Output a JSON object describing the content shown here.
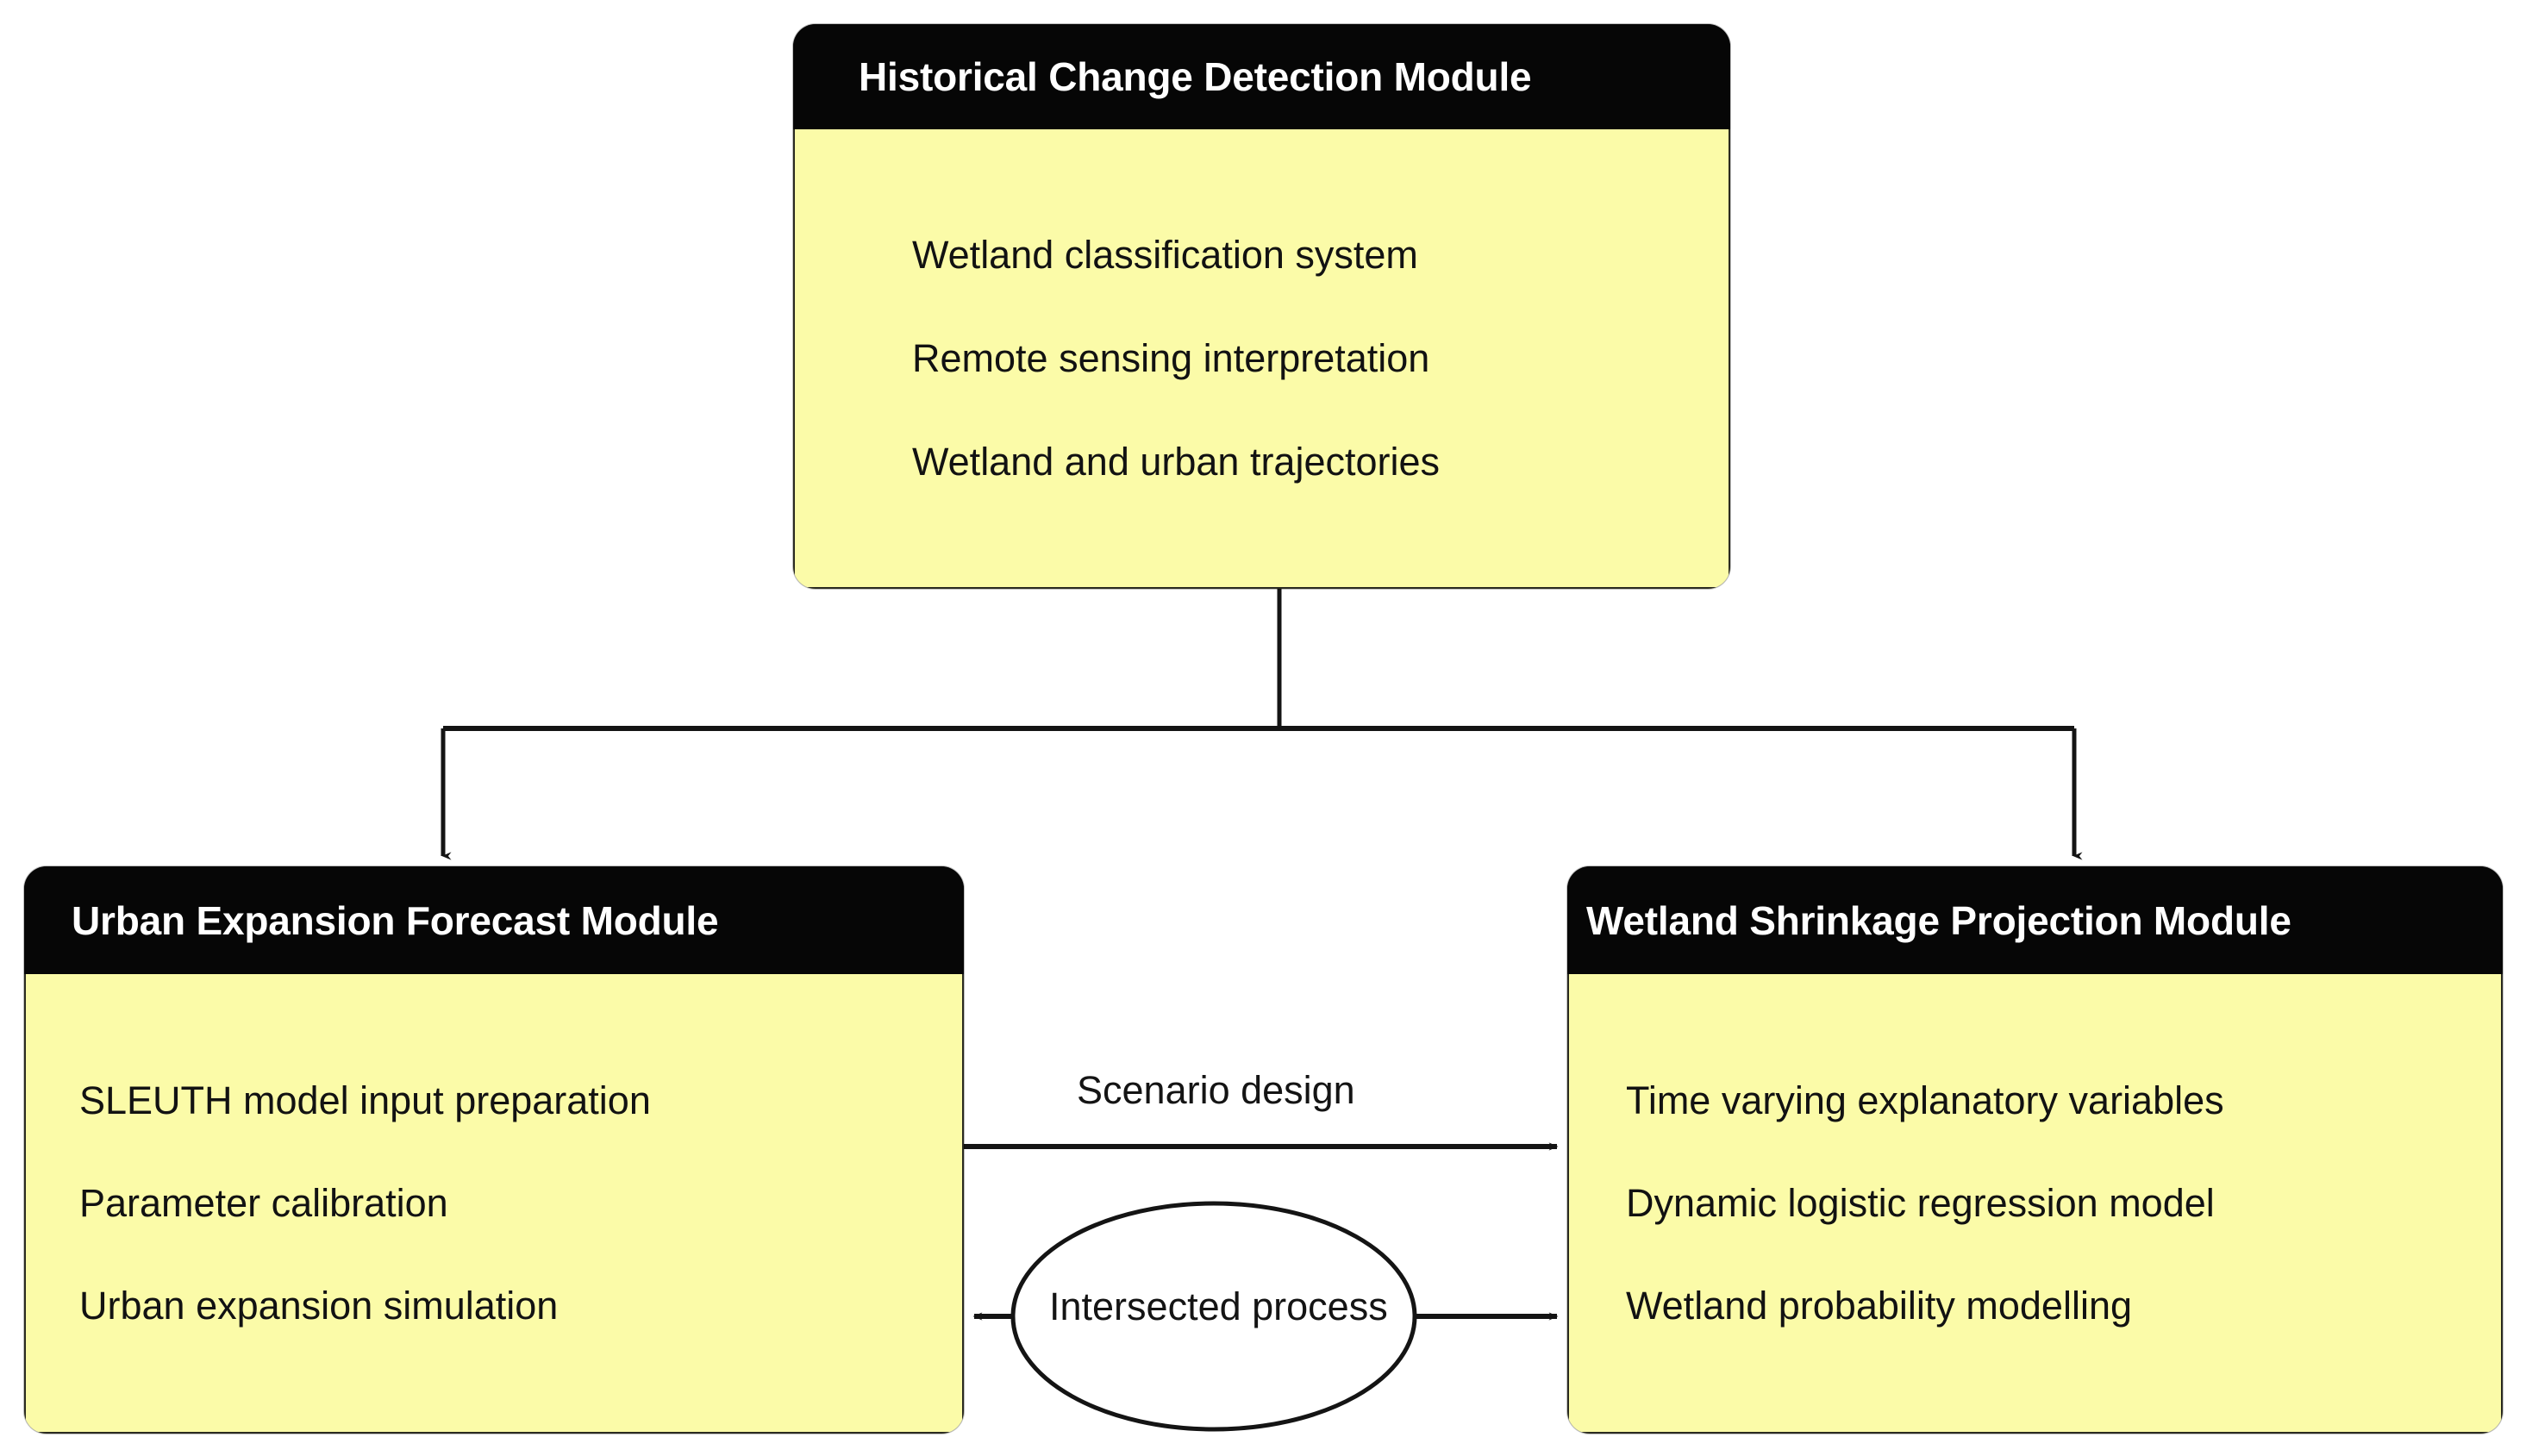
{
  "diagram": {
    "background_color": "#ffffff",
    "box_fill_color": "#fbfba8",
    "box_header_color": "#060606",
    "header_text_color": "#ffffff",
    "line_color": "#1a1a1a"
  },
  "modules": {
    "top": {
      "title": "Historical Change Detection Module",
      "lines": [
        "Wetland classification system",
        "Remote sensing interpretation",
        "Wetland and urban trajectories"
      ]
    },
    "left": {
      "title": "Urban Expansion Forecast Module",
      "lines": [
        "SLEUTH model input preparation",
        "Parameter calibration",
        "Urban expansion simulation"
      ]
    },
    "right": {
      "title": "Wetland Shrinkage Projection Module",
      "lines": [
        "Time varying explanatory variables",
        "Dynamic logistic regression model",
        "Wetland probability modelling"
      ]
    }
  },
  "edges": {
    "scenario_design": "Scenario design",
    "intersected_process": "Intersected process"
  }
}
